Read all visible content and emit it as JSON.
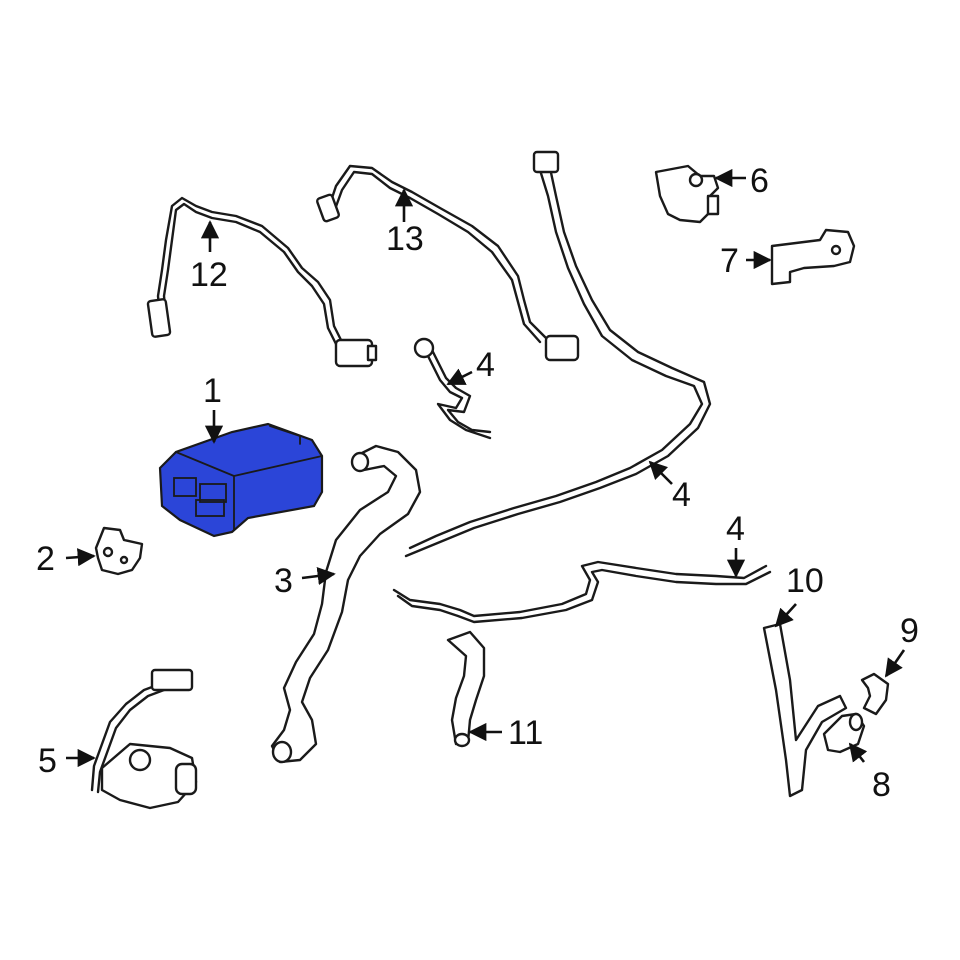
{
  "diagram": {
    "highlight_color": "#2b45d8",
    "line_color": "#1a1a1a",
    "callouts": {
      "c1": "1",
      "c2": "2",
      "c3": "3",
      "c4a": "4",
      "c4b": "4",
      "c4c": "4",
      "c5": "5",
      "c6": "6",
      "c7": "7",
      "c8": "8",
      "c9": "9",
      "c10": "10",
      "c11": "11",
      "c12": "12",
      "c13": "13"
    }
  }
}
